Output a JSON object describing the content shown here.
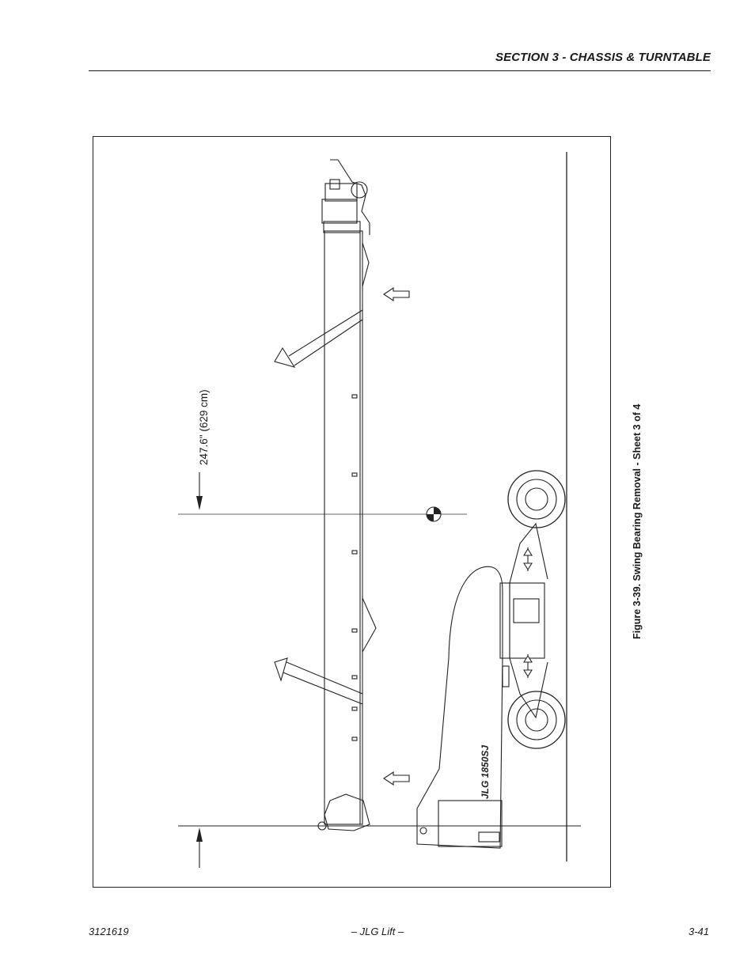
{
  "header": {
    "section_title": "SECTION 3 - CHASSIS & TURNTABLE"
  },
  "figure": {
    "caption": "Figure 3-39.  Swing Bearing Removal - Sheet 3 of 4",
    "dimension_label": "247.6\" (629 cm)",
    "logo_text": "JLG 1850SJ"
  },
  "footer": {
    "doc_number": "3121619",
    "center": "– JLG Lift –",
    "page_number": "3-41"
  }
}
